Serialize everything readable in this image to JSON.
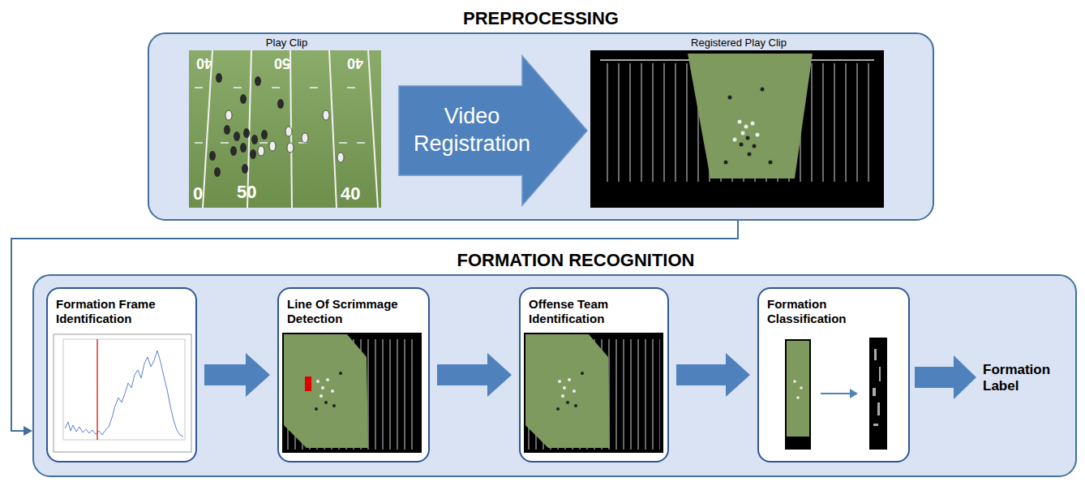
{
  "diagram": {
    "nodes": [
      {
        "text": [
          "PREPROCESSING"
        ]
      },
      {
        "text": [
          "Play Clip"
        ],
        "in": 0
      },
      {
        "text": [
          "Registered Play Clip"
        ],
        "in": 0
      },
      {
        "text": [
          "FORMATION RECOGNITION"
        ]
      },
      {
        "text": [
          "Formation Frame Identification"
        ],
        "in": 3
      },
      {
        "text": [
          "Line Of Scrimmage Detection"
        ],
        "in": 3
      },
      {
        "text": [
          "Offense Team Identification"
        ],
        "in": 3
      },
      {
        "text": [
          "Formation Classification"
        ],
        "in": 3
      }
    ],
    "edges": [
      {
        "from": 1,
        "to": 2,
        "label": "Video Registration",
        "arrow": "to"
      },
      {
        "from": 0,
        "to": 3,
        "arrow": "to"
      },
      {
        "from": 4,
        "to": 5,
        "arrow": "to"
      },
      {
        "from": 5,
        "to": 6,
        "arrow": "to"
      },
      {
        "from": 6,
        "to": 7,
        "arrow": "to"
      }
    ],
    "labels": [
      "Formation Label",
      "40",
      "50",
      "40",
      "0",
      "50",
      "40"
    ]
  }
}
